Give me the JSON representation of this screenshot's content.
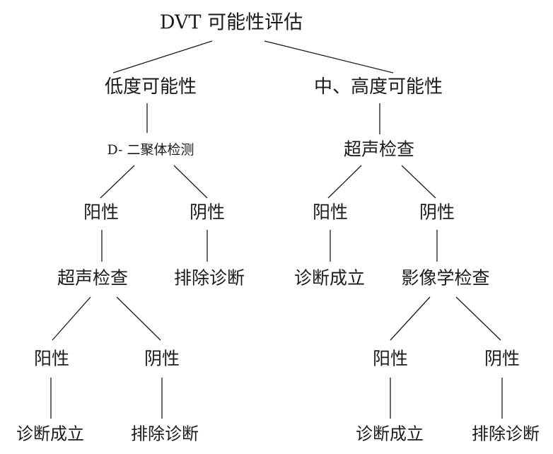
{
  "tree": {
    "root": "DVT 可能性评估",
    "low_prob": "低度可能性",
    "mid_high_prob": "中、高度可能性",
    "d_dimer": "D- 二聚体检测",
    "ultrasound": "超声检查",
    "positive": "阳性",
    "negative": "阴性",
    "imaging": "影像学检查",
    "confirmed": "诊断成立",
    "excluded": "排除诊断"
  }
}
